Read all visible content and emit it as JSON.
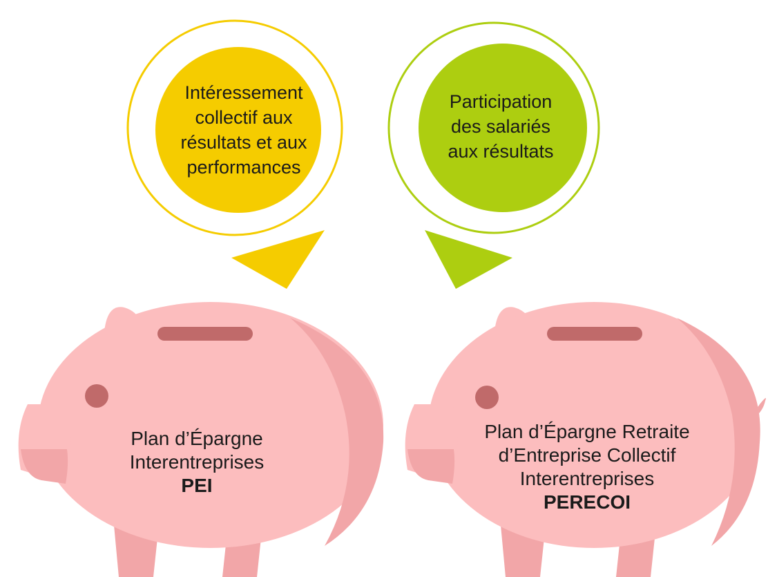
{
  "colors": {
    "bubble_left": "#F5CC00",
    "bubble_right": "#ADCE10",
    "pig_body": "#FCBDBE",
    "pig_shade": "#F2A6A8",
    "pig_slot": "#C06A6A"
  },
  "bubbles": [
    {
      "lines": [
        "Intéressement",
        "collectif aux",
        "résultats et aux",
        "performances"
      ]
    },
    {
      "lines": [
        "Participation",
        "des salariés",
        "aux résultats"
      ]
    }
  ],
  "piggy_banks": [
    {
      "lines": [
        "Plan d’Épargne",
        "Interentreprises"
      ],
      "acronym": "PEI"
    },
    {
      "lines": [
        "Plan d’Épargne Retraite",
        "d’Entreprise Collectif",
        "Interentreprises"
      ],
      "acronym": "PERECOI"
    }
  ]
}
